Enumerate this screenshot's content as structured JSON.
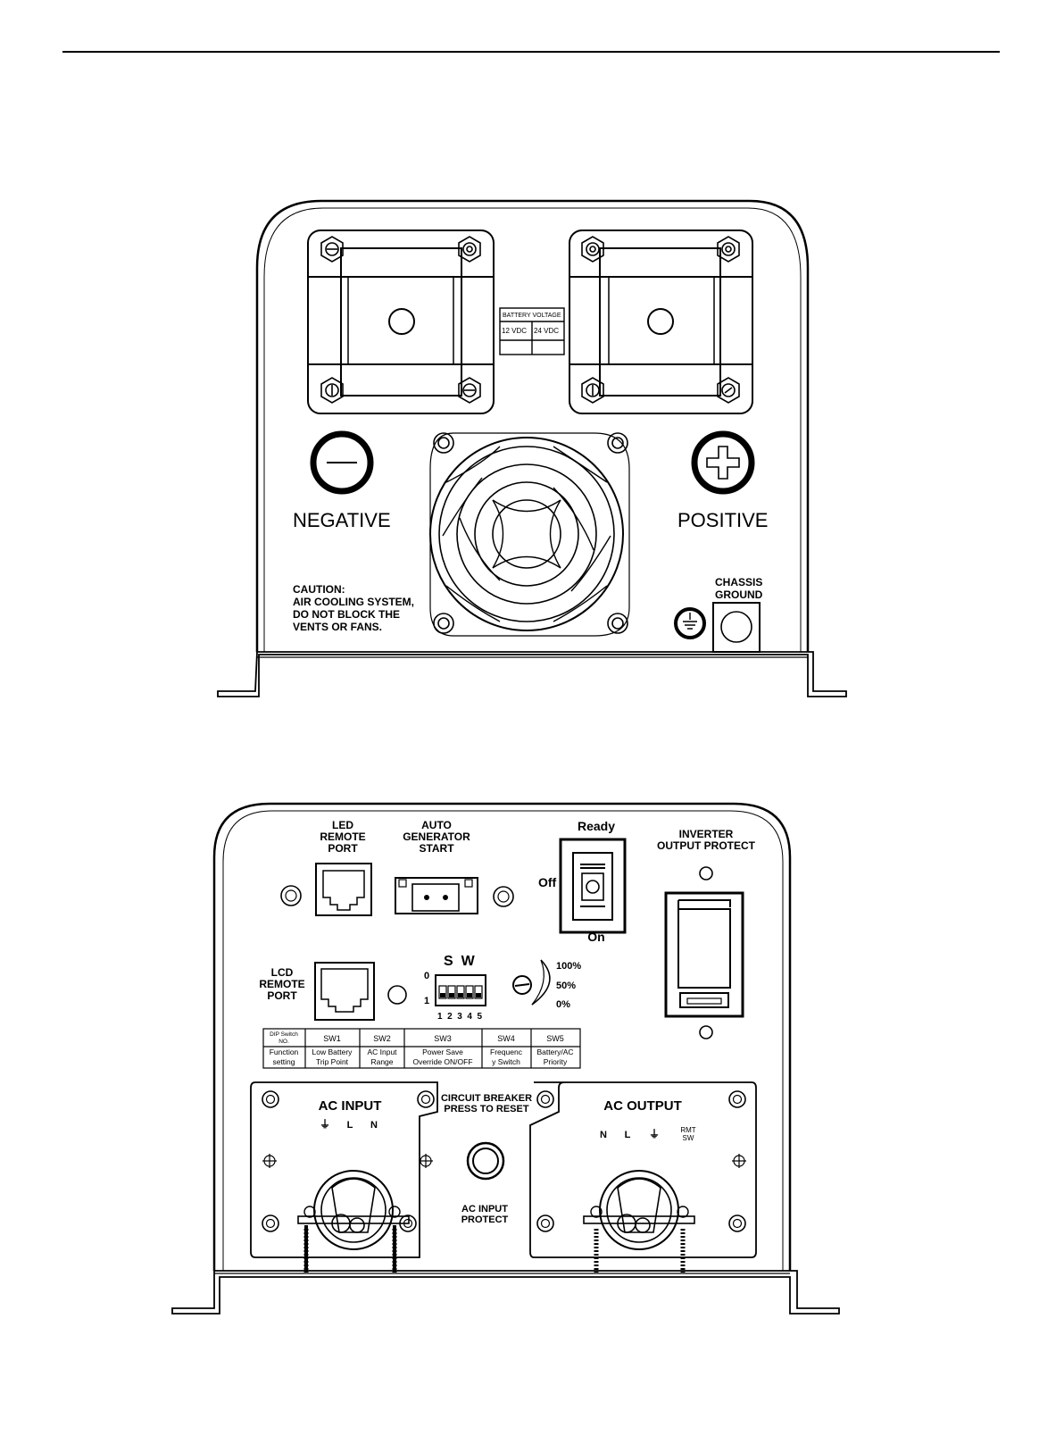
{
  "front_panel": {
    "battery_voltage": {
      "header": "BATTERY  VOLTAGE",
      "option_12": "12 VDC",
      "option_24": "24 VDC"
    },
    "negative_label": "NEGATIVE",
    "positive_label": "POSITIVE",
    "caution": [
      "CAUTION:",
      "AIR COOLING SYSTEM,",
      "DO NOT BLOCK THE",
      "VENTS OR FANS."
    ],
    "chassis_ground": [
      "CHASSIS",
      "GROUND"
    ]
  },
  "rear_panel": {
    "led_remote_port": [
      "LED",
      "REMOTE",
      "PORT"
    ],
    "auto_generator_start": [
      "AUTO",
      "GENERATOR",
      "START"
    ],
    "switch": {
      "ready": "Ready",
      "off": "Off",
      "on": "On"
    },
    "inverter_output_protect": [
      "INVERTER",
      "OUTPUT PROTECT"
    ],
    "lcd_remote_port": [
      "LCD",
      "REMOTE",
      "PORT"
    ],
    "sw_label": "S  W",
    "dip_zero": "0",
    "dip_one": "1",
    "dip_numbers": "1  2  3  4  5",
    "power_levels": [
      "100%",
      "50%",
      "0%"
    ],
    "dip_table": {
      "header_row": [
        "DIP Switch NO.",
        "SW1",
        "SW2",
        "SW3",
        "SW4",
        "SW5"
      ],
      "row1": [
        [
          "Function",
          "setting"
        ],
        [
          "Low Battery",
          "Trip Point"
        ],
        [
          "AC Input",
          "Range"
        ],
        [
          "Power Save",
          "Override ON/OFF"
        ],
        [
          "Frequenc",
          "y Switch"
        ],
        [
          "Battery/AC",
          "Priority"
        ]
      ]
    },
    "ac_input": {
      "title": "AC INPUT",
      "terminals": [
        "⏚",
        "L",
        "N"
      ]
    },
    "circuit_breaker": [
      "CIRCUIT BREAKER",
      "PRESS TO RESET"
    ],
    "ac_input_protect": [
      "AC INPUT",
      "PROTECT"
    ],
    "ac_output": {
      "title": "AC OUTPUT",
      "terminals": [
        "N",
        "L",
        "⏚"
      ],
      "rmt_sw": [
        "RMT",
        "SW"
      ]
    }
  }
}
